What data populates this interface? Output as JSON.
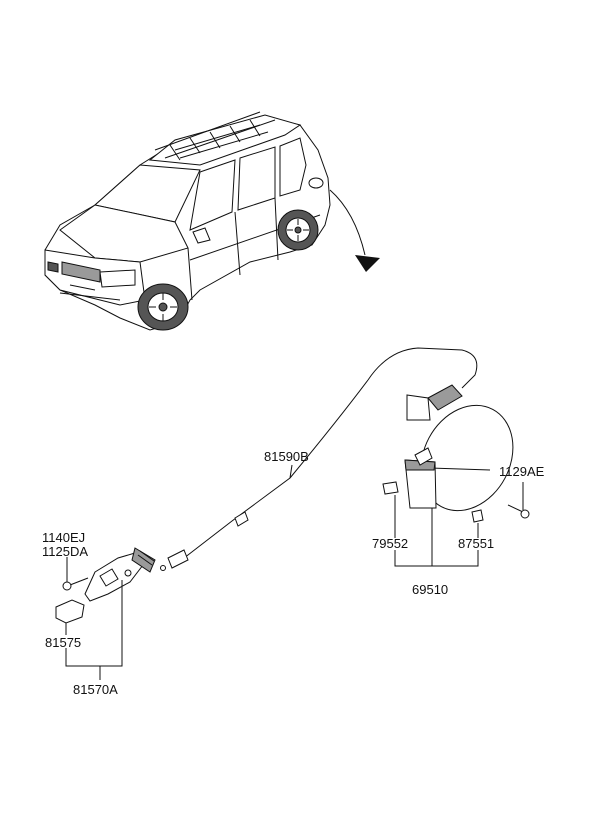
{
  "parts": {
    "cable_label": "81590B",
    "filler_door_label": "1129AE",
    "bumper_label": "79552",
    "spring_label": "87551",
    "housing_assy_label": "69510",
    "screw_label_1": "1140EJ",
    "screw_label_2": "1125DA",
    "lever_cover_label": "81575",
    "lever_assy_label": "81570A"
  }
}
